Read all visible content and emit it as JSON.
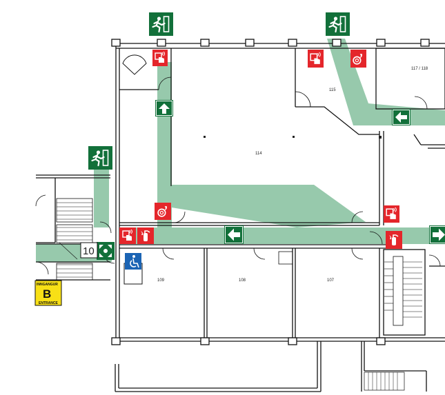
{
  "rooms": {
    "r114": "114",
    "r115": "115",
    "r117": "117 / 118",
    "r109": "109",
    "r108": "108",
    "r107": "107"
  },
  "entrance": {
    "top": "INNGANGUR",
    "letter": "B",
    "bottom": "ENTRANCE"
  },
  "floor_marker": "10",
  "colors": {
    "route": "#97c9ac",
    "exit_green": "#12703a",
    "fire_red": "#e4262b",
    "access_blue": "#1b64b4",
    "entrance_yellow": "#f8e016",
    "wall": "#111111"
  },
  "icons": {
    "exit": "running-man-exit-icon",
    "arrow_up": "arrow-up-icon",
    "arrow_left": "arrow-left-icon",
    "arrow_right": "arrow-right-icon",
    "extinguisher": "fire-extinguisher-icon",
    "fire_alarm": "fire-alarm-call-point-icon",
    "fire_hose": "fire-hose-icon",
    "assembly": "assembly-point-icon",
    "wheelchair": "wheelchair-icon"
  }
}
